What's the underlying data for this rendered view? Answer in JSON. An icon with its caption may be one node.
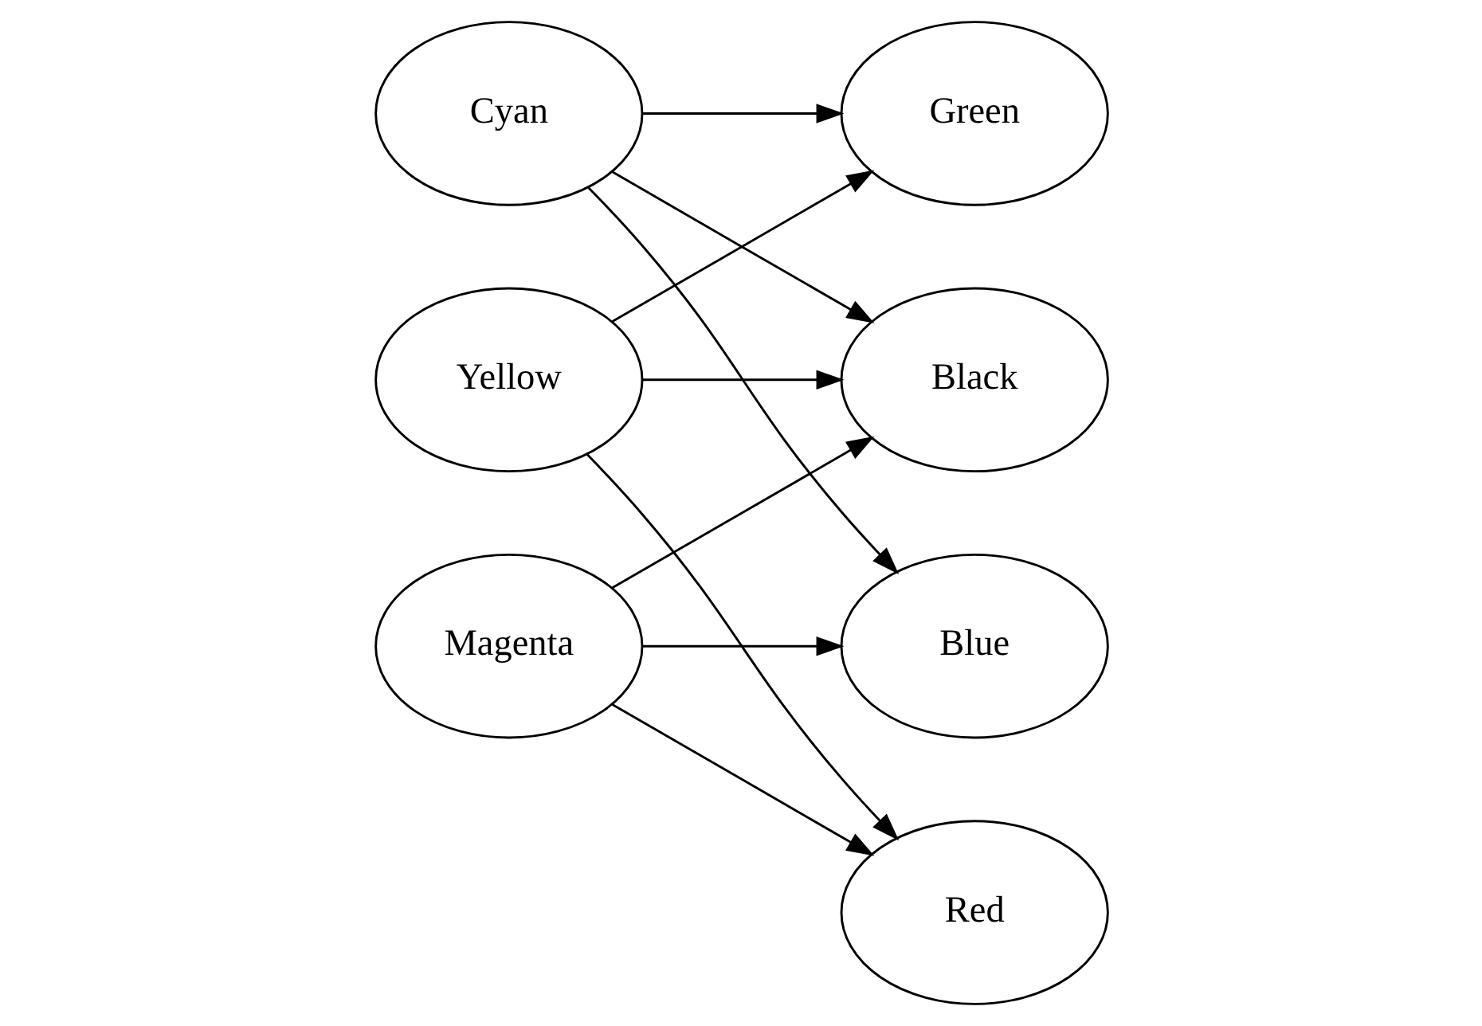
{
  "diagram": {
    "nodes": [
      {
        "text": [
          "Green"
        ]
      },
      {
        "text": [
          "Yellow"
        ]
      },
      {
        "text": [
          "Cyan"
        ]
      },
      {
        "text": [
          "Black"
        ]
      },
      {
        "text": [
          "Red"
        ]
      },
      {
        "text": [
          "Blue"
        ]
      },
      {
        "text": [
          "Magenta"
        ]
      }
    ],
    "edges": [
      {
        "from": 1,
        "to": 0,
        "arrow": "to"
      },
      {
        "from": 2,
        "to": 0,
        "arrow": "to"
      },
      {
        "from": 1,
        "to": 3,
        "arrow": "to"
      },
      {
        "from": 1,
        "to": 4,
        "arrow": "to"
      },
      {
        "from": 2,
        "to": 3,
        "arrow": "to"
      },
      {
        "from": 2,
        "to": 5,
        "arrow": "to"
      },
      {
        "from": 6,
        "to": 3,
        "arrow": "to"
      },
      {
        "from": 6,
        "to": 4,
        "arrow": "to"
      },
      {
        "from": 6,
        "to": 5,
        "arrow": "to"
      }
    ]
  }
}
